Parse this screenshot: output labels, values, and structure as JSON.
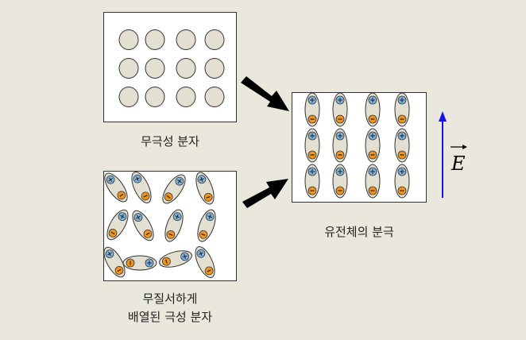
{
  "labels": {
    "nonpolar": "무극성 분자",
    "random_line1": "무질서하게",
    "random_line2": "배열된 극성 분자",
    "polarization": "유전체의 분극",
    "field_symbol": "E"
  },
  "charges": {
    "positive": "+",
    "negative": "-"
  },
  "colors": {
    "background": "#eae7dc",
    "panel_fill": "#ffffff",
    "molecule_fill": "#e3e0d2",
    "positive_charge": "#7fb2dc",
    "negative_charge": "#f0941e",
    "field_arrow": "#1414e6",
    "process_arrow": "#000000"
  },
  "icons": {
    "process_arrow": "black-arrow-icon",
    "field_arrow": "blue-up-arrow-icon"
  }
}
